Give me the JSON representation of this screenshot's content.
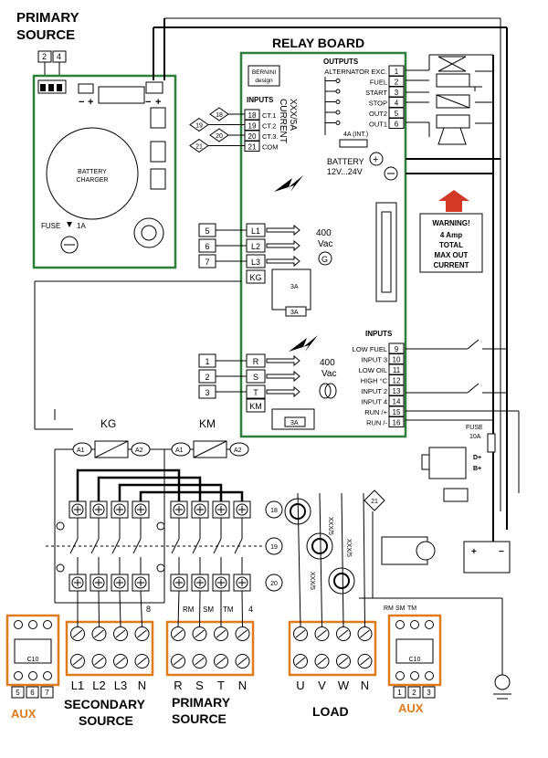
{
  "primary_source_top": [
    "PRIMARY",
    "SOURCE"
  ],
  "charger_terms": [
    "2",
    "4"
  ],
  "charger": {
    "line1": "BATTERY",
    "line2": "CHARGER",
    "fuse": "FUSE",
    "fuse_rating": "1A",
    "minus": "−",
    "plus": "+"
  },
  "relay_board": {
    "title": "RELAY BOARD",
    "logo": [
      "BERNINI",
      "design"
    ],
    "outputs_title": "OUTPUTS",
    "inputs_title": "INPUTS",
    "current_label": [
      "XXX/5A",
      "CURRENT"
    ],
    "outputs": [
      {
        "n": "1",
        "label": "ALTERNATOR EXC."
      },
      {
        "n": "2",
        "label": "FUEL"
      },
      {
        "n": "3",
        "label": "START"
      },
      {
        "n": "4",
        "label": "STOP"
      },
      {
        "n": "5",
        "label": "OUT2"
      },
      {
        "n": "6",
        "label": "OUT1"
      }
    ],
    "fuse_int": "4A (INT.)",
    "battery": [
      "BATTERY",
      "12V...24V"
    ],
    "ct_inputs": [
      {
        "n": "18",
        "label": "CT.1"
      },
      {
        "n": "19",
        "label": "CT.2"
      },
      {
        "n": "20",
        "label": "CT.3."
      },
      {
        "n": "21",
        "label": "COM"
      }
    ],
    "gen_terms": [
      {
        "ext": "5",
        "t": "L1"
      },
      {
        "ext": "6",
        "t": "L2"
      },
      {
        "ext": "7",
        "t": "L3"
      }
    ],
    "kg": "KG",
    "km": "KM",
    "fuse_3a": "3A",
    "gen_voltage": [
      "400",
      "Vac"
    ],
    "gen_symbol": "G",
    "mains_terms": [
      {
        "ext": "1",
        "t": "R"
      },
      {
        "ext": "2",
        "t": "S"
      },
      {
        "ext": "3",
        "t": "T"
      }
    ],
    "mains_voltage": [
      "400",
      "Vac"
    ],
    "inputs": [
      {
        "label": "LOW FUEL",
        "n": "9"
      },
      {
        "label": "INPUT 3",
        "n": "10"
      },
      {
        "label": "LOW OIL",
        "n": "11"
      },
      {
        "label": "HIGH °C",
        "n": "12"
      },
      {
        "label": "INPUT 2",
        "n": "13"
      },
      {
        "label": "INPUT 4",
        "n": "14"
      },
      {
        "label": "RUN /+",
        "n": "15"
      },
      {
        "label": "RUN /-",
        "n": "16"
      }
    ]
  },
  "warning": [
    "WARNING!",
    "4 Amp",
    "TOTAL",
    "MAX OUT",
    "CURRENT"
  ],
  "alternator": {
    "fuse": "FUSE",
    "rating": "10A",
    "d": "D+",
    "b": "B+"
  },
  "contactors": {
    "kg": "KG",
    "km": "KM",
    "a1": "A1",
    "a2": "A2"
  },
  "ct_tags": [
    "18",
    "19",
    "20",
    "21"
  ],
  "ct_ratio": "XXX/5",
  "bottom": {
    "aux": "AUX",
    "c10": "C10",
    "aux_left_nums": [
      "5",
      "6",
      "7"
    ],
    "aux_right_nums": [
      "1",
      "2",
      "3"
    ],
    "rm_sm_tm": [
      "RM",
      "SM",
      "TM"
    ],
    "term_8": "8",
    "term_4": "4",
    "sec_labels": [
      "L1",
      "L2",
      "L3",
      "N"
    ],
    "pri_labels": [
      "R",
      "S",
      "T",
      "N"
    ],
    "load_labels": [
      "U",
      "V",
      "W",
      "N"
    ],
    "secondary": [
      "SECONDARY",
      "SOURCE"
    ],
    "primary": [
      "PRIMARY",
      "SOURCE"
    ],
    "load": "LOAD"
  }
}
